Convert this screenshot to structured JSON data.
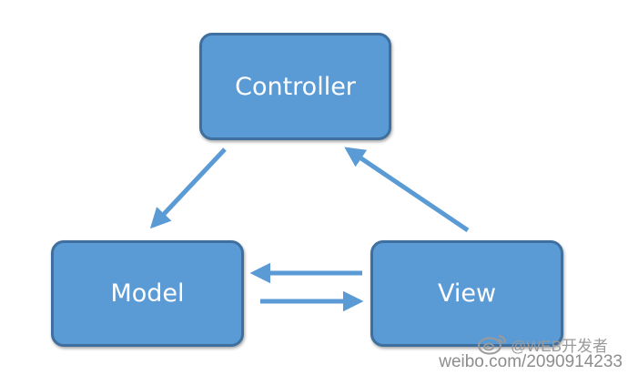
{
  "diagram": {
    "nodes": {
      "controller": "Controller",
      "model": "Model",
      "view": "View"
    },
    "colors": {
      "node_fill": "#5b9bd5",
      "node_border": "#3f6f9f",
      "arrow": "#5b9bd5",
      "label": "#ffffff"
    },
    "edges": [
      {
        "from": "controller",
        "to": "model"
      },
      {
        "from": "view",
        "to": "controller"
      },
      {
        "from": "view",
        "to": "model"
      },
      {
        "from": "model",
        "to": "view"
      }
    ]
  },
  "watermark": {
    "icon": "weibo-logo-icon",
    "handle": "@WEB开发者",
    "url": "weibo.com/2090914233"
  }
}
